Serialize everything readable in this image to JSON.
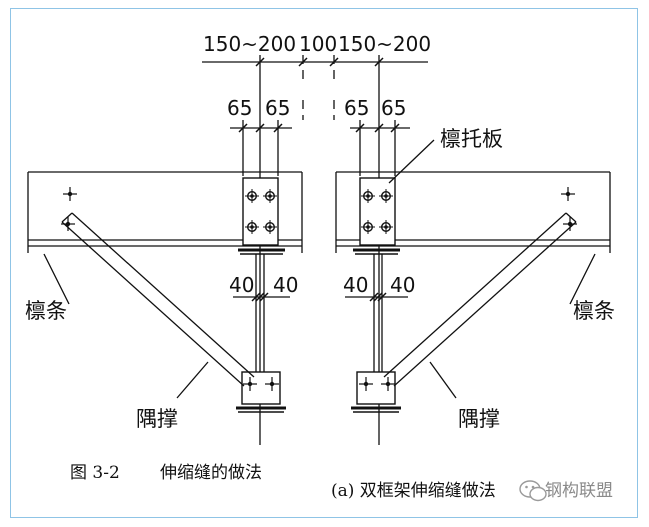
{
  "dimensions": {
    "top_left": "150~200",
    "top_mid": "100",
    "top_right": "150~200",
    "left_65a": "65",
    "left_65b": "65",
    "right_65a": "65",
    "right_65b": "65",
    "left_40a": "40",
    "left_40b": "40",
    "right_40a": "40",
    "right_40b": "40"
  },
  "labels": {
    "purlin_bracket": "檩托板",
    "purlin_left": "檩条",
    "purlin_right": "檩条",
    "brace_left": "隅撑",
    "brace_right": "隅撑"
  },
  "caption": {
    "figure_no": "图  3-2",
    "title": "伸缩缝的做法",
    "sub": "(a) 双框架伸缩缝做法"
  },
  "watermark": {
    "text": "钢构联盟",
    "icon": "wechat-icon"
  },
  "colors": {
    "line": "#111111",
    "frame": "#8fc4e6",
    "watermark": "#8a8a8a"
  }
}
